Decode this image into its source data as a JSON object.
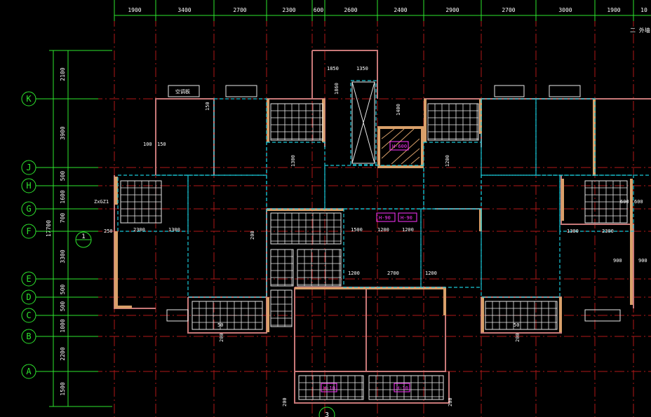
{
  "colors": {
    "background": "#000000",
    "grid_axis": "#c01a1a",
    "dimension": "#2ee62e",
    "wall": "#c87878",
    "wall_fill": "#d9a06a",
    "dashed": "#19c8d8",
    "cabinet": "#e8e8e8",
    "annotation_text": "#ffffff",
    "tag": "#ff33ff"
  },
  "top_dimensions": [
    "1900",
    "3400",
    "2700",
    "2300",
    "600",
    "2600",
    "2400",
    "2900",
    "2700",
    "3000",
    "1900",
    "10"
  ],
  "left_dimensions": [
    "2100",
    "3900",
    "500",
    "1600",
    "700",
    "3300",
    "500",
    "500",
    "1000",
    "2200",
    "1500"
  ],
  "left_total": "17700",
  "axis_labels": [
    "K",
    "J",
    "H",
    "G",
    "F",
    "E",
    "D",
    "C",
    "B",
    "A"
  ],
  "section_marker_left": "1",
  "section_marker_bottom": "3",
  "edge_note": "二 外墙",
  "notes": {
    "bay_window": "空调板",
    "column_tag": "ZxGZ1",
    "inner": [
      "1850",
      "1350",
      "1860",
      "1400",
      "H-600",
      "1500",
      "1200",
      "1200",
      "H-90",
      "H-90",
      "1300",
      "1200",
      "150",
      "100",
      "150",
      "2300",
      "1300",
      "250",
      "200",
      "1200",
      "2700",
      "1200",
      "1300",
      "2300",
      "600",
      "600",
      "900",
      "900",
      "200",
      "200",
      "50",
      "50",
      "200",
      "200"
    ]
  },
  "tags": [
    "H-600",
    "H-90",
    "H-90",
    "H-10",
    "H-10"
  ]
}
